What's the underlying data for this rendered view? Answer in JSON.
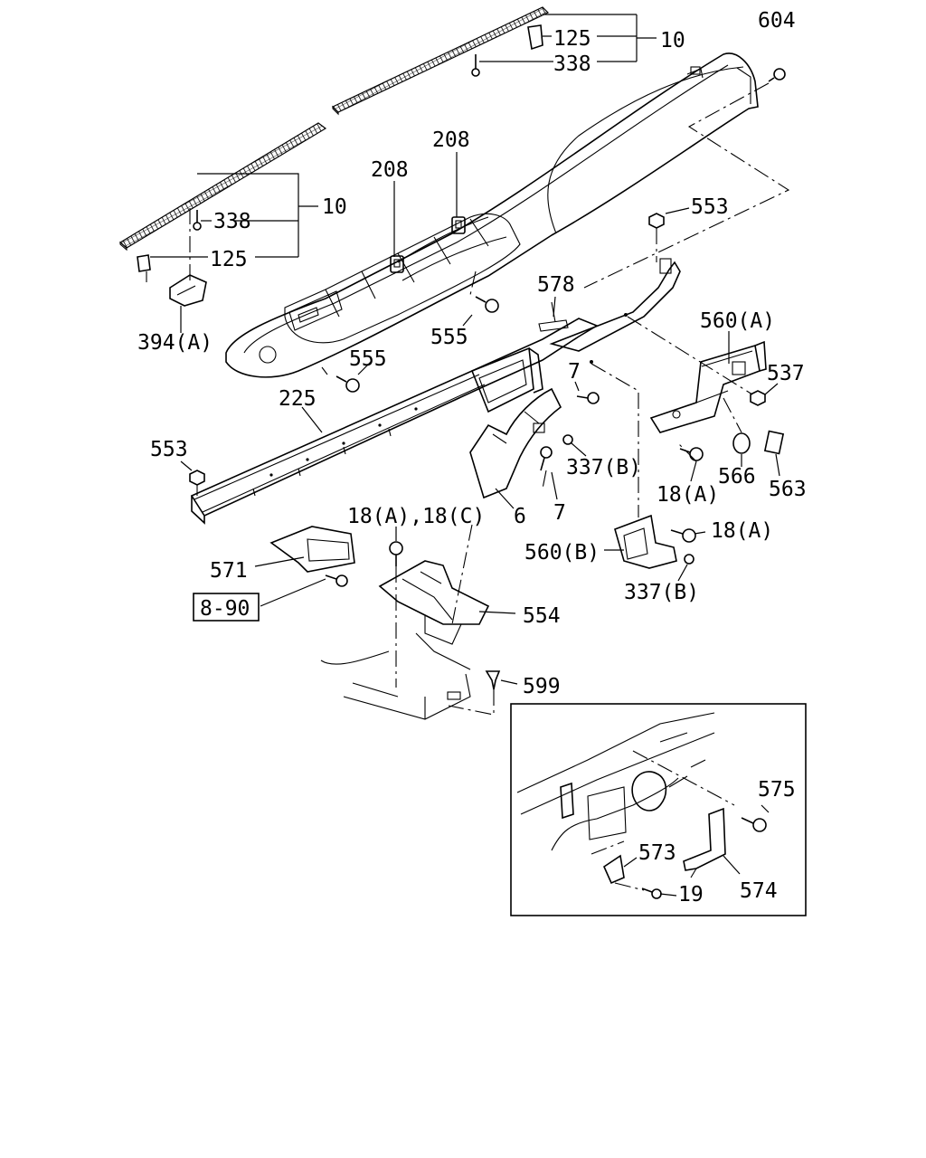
{
  "labels": {
    "l604": "604",
    "l125a": "125",
    "l338a": "338",
    "l10a": "10",
    "l208a": "208",
    "l208b": "208",
    "l338b": "338",
    "l10b": "10",
    "l125b": "125",
    "l553a": "553",
    "l578": "578",
    "l560a": "560(A)",
    "l394a": "394(A)",
    "l555a": "555",
    "l555b": "555",
    "l537": "537",
    "l7a": "7",
    "l225": "225",
    "l553b": "553",
    "l337b1": "337(B)",
    "l18a1": "18(A)",
    "l566": "566",
    "l563": "563",
    "l7b": "7",
    "l6": "6",
    "l18ac": "18(A),18(C)",
    "l18a2": "18(A)",
    "l560b": "560(B)",
    "l571": "571",
    "l337b2": "337(B)",
    "l554": "554",
    "l599": "599",
    "l575": "575",
    "l573": "573",
    "l19": "19",
    "l574": "574"
  },
  "reference_box": "8-90"
}
